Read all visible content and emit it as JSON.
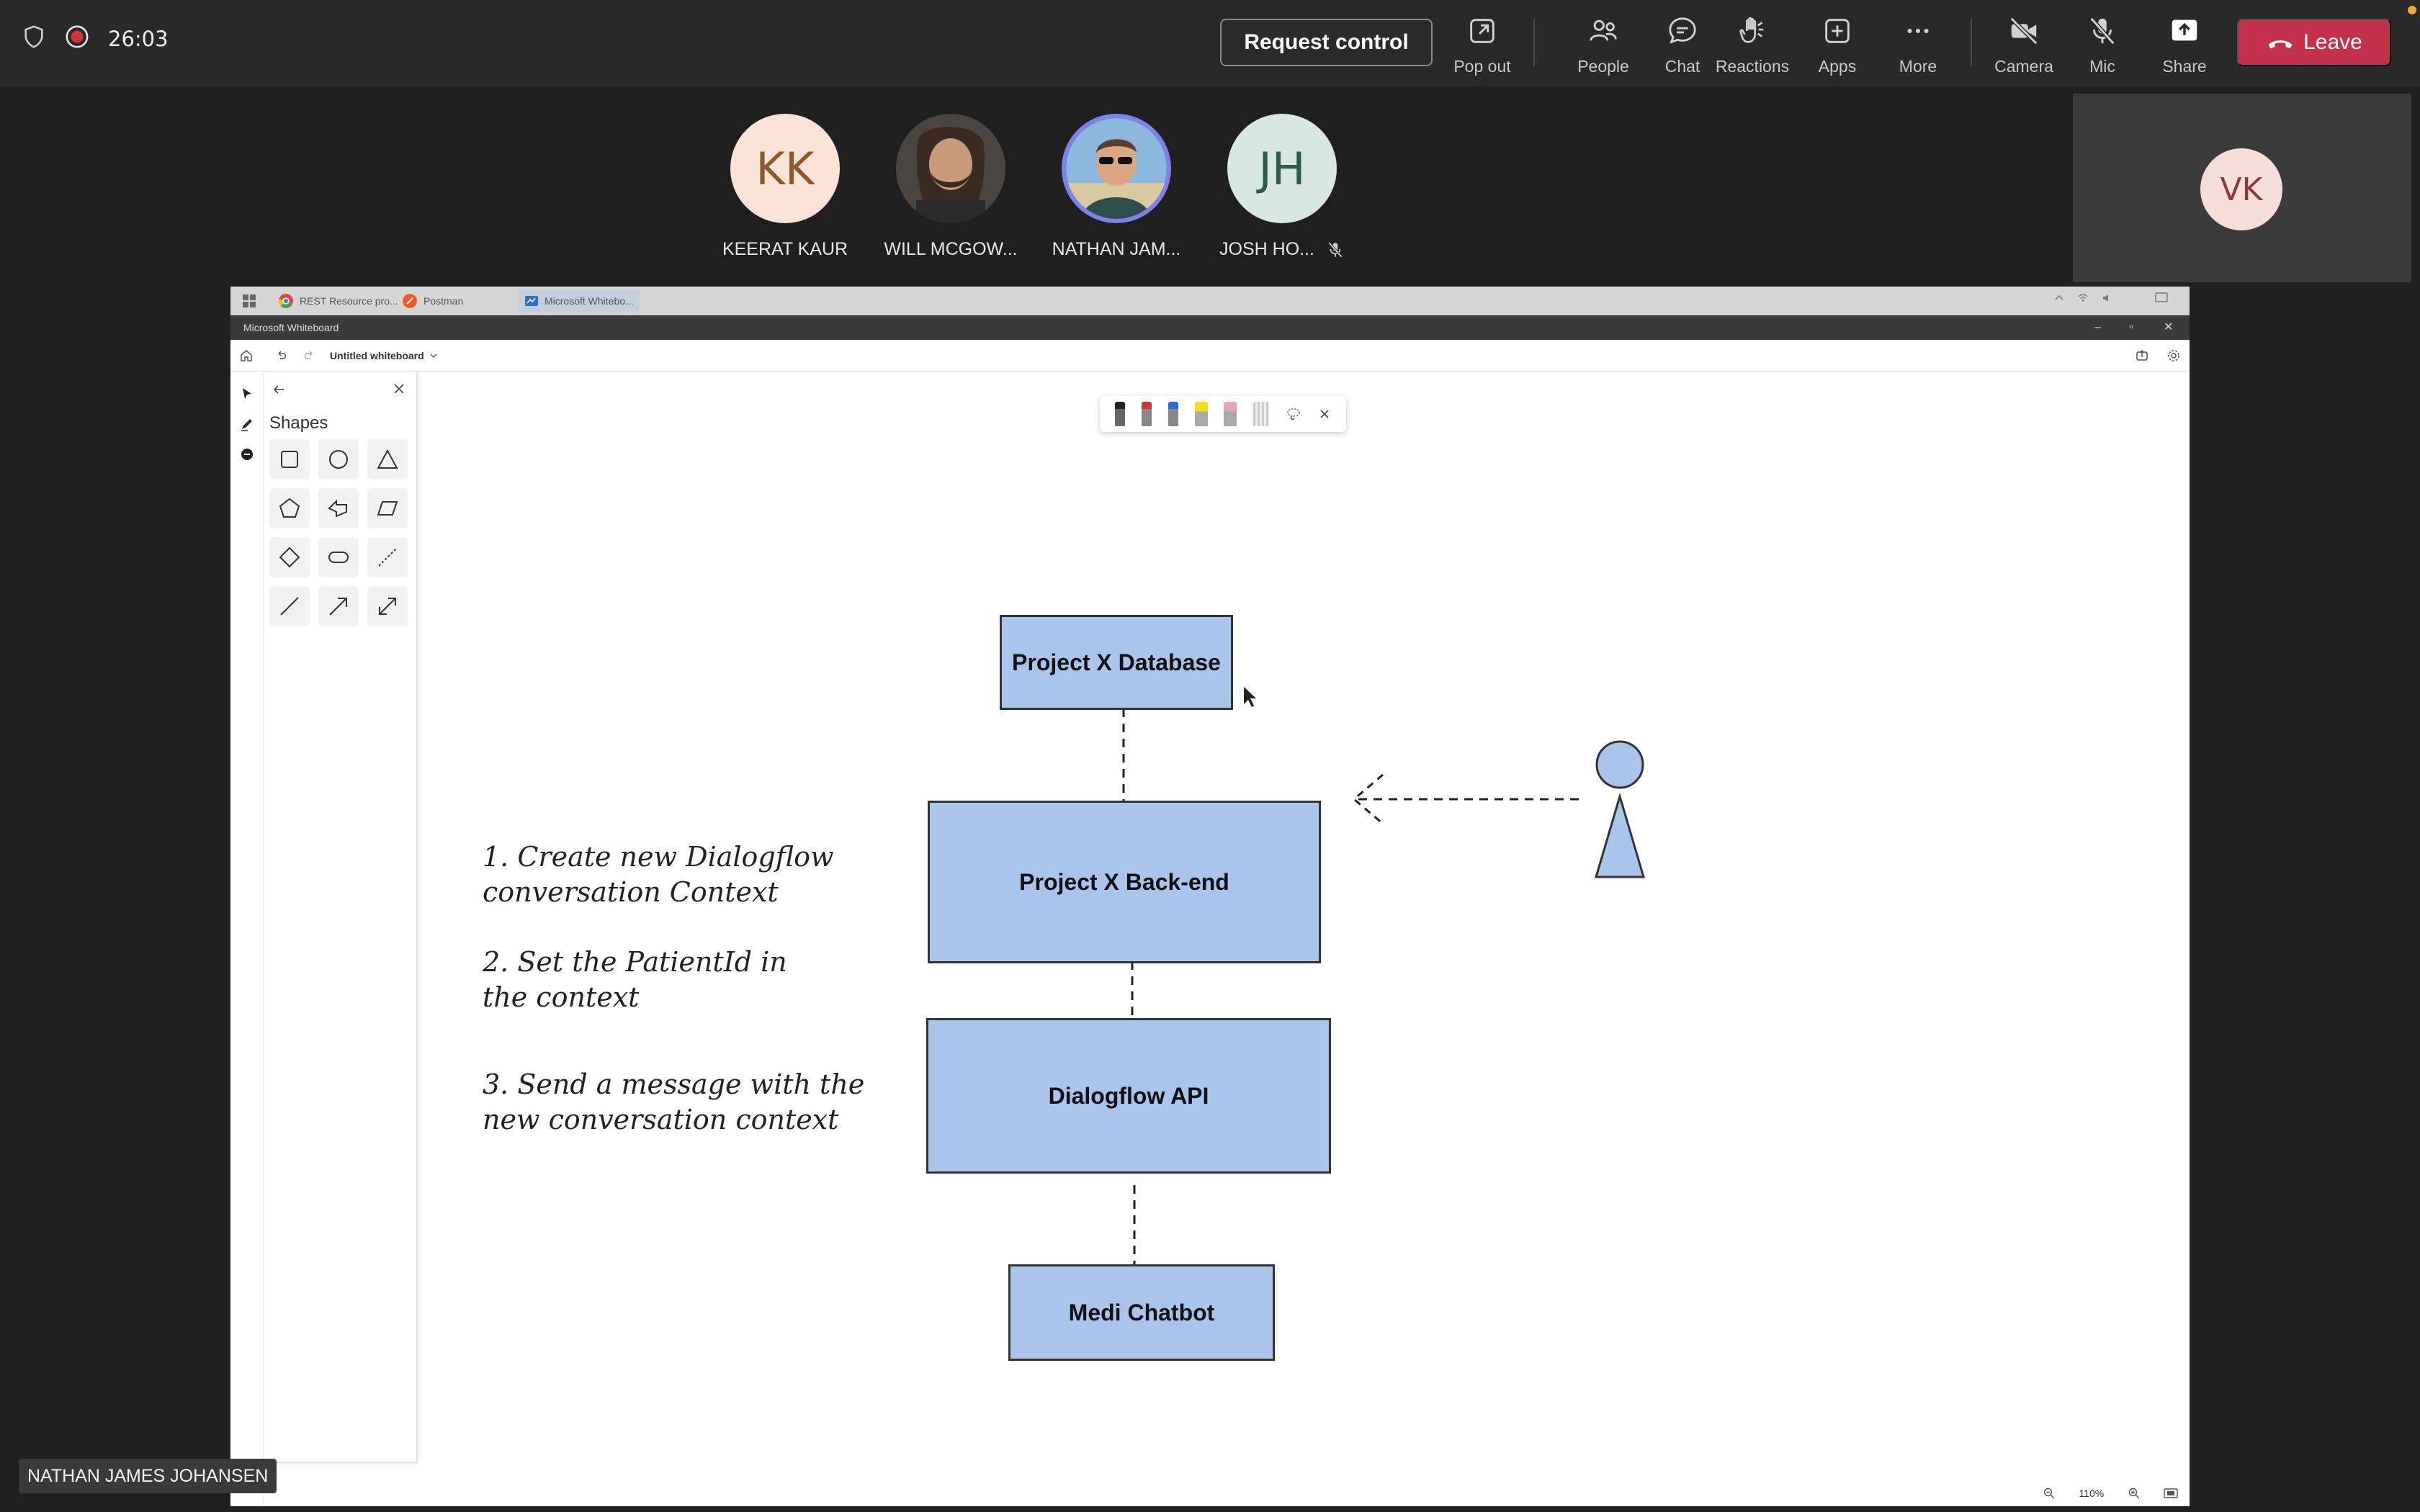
{
  "meeting": {
    "timer": "26:03",
    "request_control_label": "Request control",
    "toolbar": [
      {
        "label": "Pop out",
        "icon": "pop-out-icon"
      },
      {
        "label": "People",
        "icon": "people-icon"
      },
      {
        "label": "Chat",
        "icon": "chat-icon"
      },
      {
        "label": "Reactions",
        "icon": "raise-hand-icon"
      },
      {
        "label": "Apps",
        "icon": "apps-icon"
      },
      {
        "label": "More",
        "icon": "more-icon"
      },
      {
        "label": "Camera",
        "icon": "camera-off-icon"
      },
      {
        "label": "Mic",
        "icon": "mic-off-icon"
      },
      {
        "label": "Share",
        "icon": "share-icon"
      }
    ],
    "leave_label": "Leave",
    "leave_color": "#c4314b"
  },
  "participants": [
    {
      "initials": "KK",
      "name": "KEERAT KAUR",
      "bg": "#f8e3d6",
      "fg": "#8b5a2b"
    },
    {
      "initials": "",
      "name": "WILL MCGOW...",
      "bg": "#6b5a4e",
      "fg": "#ffffff"
    },
    {
      "initials": "",
      "name": "NATHAN JAM...",
      "bg": "#7fa6c8",
      "fg": "#ffffff",
      "speaking": true
    },
    {
      "initials": "JH",
      "name": "JOSH HO...",
      "bg": "#d6e8df",
      "fg": "#2e5b46",
      "muted": true
    }
  ],
  "self": {
    "initials": "VK"
  },
  "shared_screen": {
    "taskbar_tabs": [
      "REST Resource pro...",
      "Postman",
      "Microsoft Whitebo..."
    ],
    "app_title": "Microsoft Whiteboard",
    "board_title": "Untitled whiteboard",
    "shapes_panel_title": "Shapes",
    "zoom": "110%",
    "diagram": {
      "boxes": {
        "database": "Project X Database",
        "backend": "Project X Back-end",
        "dialogflow": "Dialogflow API",
        "chatbot": "Medi Chatbot"
      },
      "notes": [
        "1. Create new Dialogflow conversation Context",
        "2. Set the PatientId in the context",
        "3. Send a message with the new conversation context"
      ],
      "box_fill": "#a9c5ec"
    }
  },
  "presenter_name": "NATHAN JAMES JOHANSEN"
}
